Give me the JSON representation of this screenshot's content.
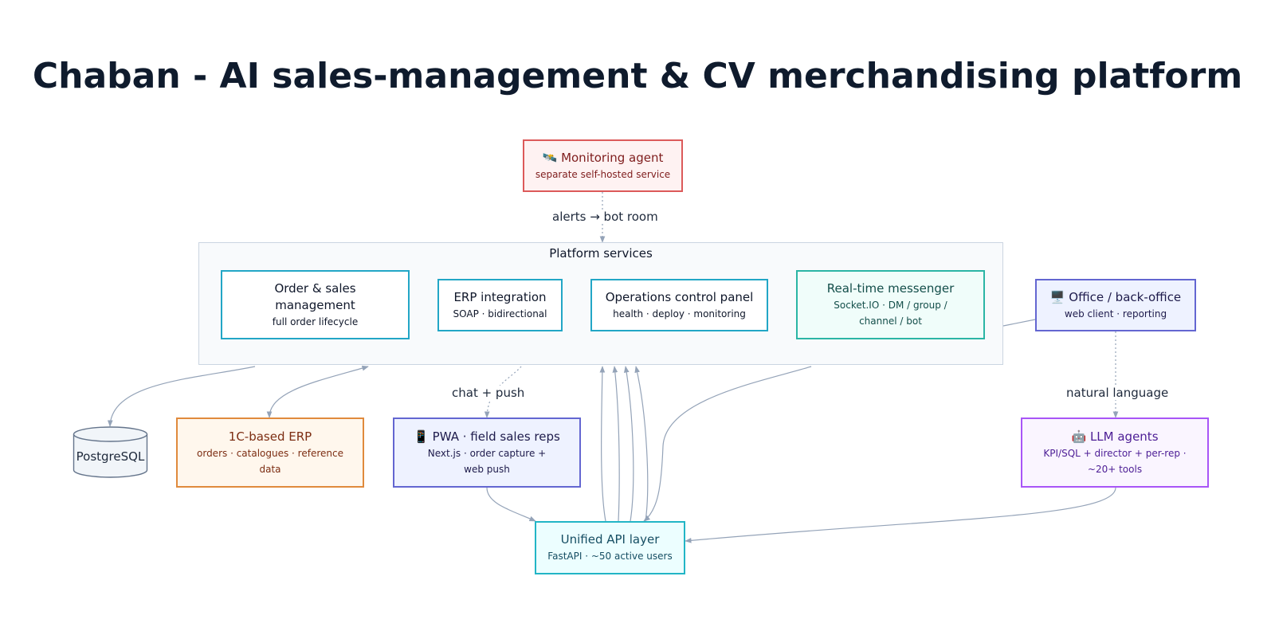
{
  "title": "Chaban - AI sales-management & CV merchandising platform",
  "cluster": {
    "label": "Platform services"
  },
  "nodes": {
    "monitoring": {
      "icon": "satellite-icon",
      "glyph": "🛰️",
      "label": "Monitoring agent",
      "sub": "separate self-hosted service"
    },
    "orders": {
      "label": "Order & sales management",
      "sub": "full order lifecycle"
    },
    "erp_integration": {
      "label": "ERP integration",
      "sub": "SOAP · bidirectional"
    },
    "ops_panel": {
      "label": "Operations control panel",
      "sub": "health · deploy · monitoring"
    },
    "messenger": {
      "label": "Real-time messenger",
      "sub": "Socket.IO · DM / group / channel / bot"
    },
    "office": {
      "icon": "desktop-computer-icon",
      "glyph": "🖥️",
      "label": "Office / back-office",
      "sub": "web client · reporting"
    },
    "postgres": {
      "label": "PostgreSQL"
    },
    "erp_1c": {
      "label": "1C-based ERP",
      "sub": "orders · catalogues · reference data"
    },
    "pwa": {
      "icon": "mobile-phone-icon",
      "glyph": "📱",
      "label": "PWA · field sales reps",
      "sub": "Next.js · order capture + web push"
    },
    "llm": {
      "icon": "robot-icon",
      "glyph": "🤖",
      "label": "LLM agents",
      "sub": "KPI/SQL + director + per-rep · ~20+ tools"
    },
    "api": {
      "label": "Unified API layer",
      "sub": "FastAPI · ~50 active users"
    }
  },
  "edge_labels": {
    "alerts": "alerts → bot room",
    "chat": "chat + push",
    "nl": "natural language"
  },
  "colors": {
    "edge": "#94a3b8",
    "monitoring": {
      "border": "#dc5a5a",
      "fill": "#fef2f2",
      "text": "#7f1d1d"
    },
    "service": {
      "border": "#22a6c6",
      "fill": "#ffffff",
      "text": "#0f172a"
    },
    "messenger": {
      "border": "#2bb5a5",
      "fill": "#f0fdfa",
      "text": "#134e4a"
    },
    "office": {
      "border": "#6366d1",
      "fill": "#eef2ff",
      "text": "#1e1b4b"
    },
    "erp_1c": {
      "border": "#e08a3c",
      "fill": "#fff7ed",
      "text": "#7c2d12"
    },
    "pwa": {
      "border": "#6366d1",
      "fill": "#eef2ff",
      "text": "#1e1b4b"
    },
    "llm": {
      "border": "#a855f7",
      "fill": "#faf5ff",
      "text": "#4c1d95"
    },
    "api": {
      "border": "#22b5c6",
      "fill": "#ecfeff",
      "text": "#164e63"
    }
  }
}
